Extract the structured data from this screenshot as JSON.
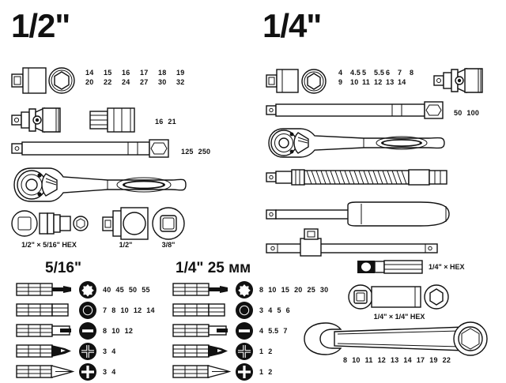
{
  "sections": {
    "half_inch": {
      "title": "1/2\"",
      "sockets": {
        "name": "sockets",
        "sizes_row1": [
          "14",
          "15",
          "16",
          "17",
          "18",
          "19"
        ],
        "sizes_row2": [
          "20",
          "22",
          "24",
          "27",
          "30",
          "32"
        ]
      },
      "universal_joint": {
        "name": "universal-joint"
      },
      "spark_plug_socket": {
        "name": "spark-plug-socket",
        "sizes": [
          "16",
          "21"
        ]
      },
      "extension_bar": {
        "name": "extension-bar",
        "sizes": [
          "125",
          "250"
        ]
      },
      "ratchet": {
        "name": "ratchet-handle"
      },
      "adapters": [
        {
          "name": "bit-holder-adapter",
          "label": "1/2\" × 5/16\" HEX"
        },
        {
          "name": "socket-adapter-half",
          "label": "1/2\""
        },
        {
          "name": "socket-adapter-three-eighths",
          "label": "3/8\""
        }
      ]
    },
    "quarter_inch": {
      "title": "1/4\"",
      "sockets": {
        "name": "sockets",
        "sizes_row1": [
          "4",
          "4.5",
          "5",
          "5.5",
          "6",
          "7",
          "8"
        ],
        "sizes_row2": [
          "9",
          "10",
          "11",
          "12",
          "13",
          "14"
        ]
      },
      "universal_joint": {
        "name": "universal-joint"
      },
      "extension_bar": {
        "name": "extension-bar",
        "sizes": [
          "50",
          "100"
        ]
      },
      "ratchet": {
        "name": "ratchet-handle"
      },
      "flex_extension": {
        "name": "flexible-extension"
      },
      "screwdriver_handle": {
        "name": "screwdriver-handle"
      },
      "sliding_t_bar": {
        "name": "sliding-t-bar"
      }
    },
    "bits_five_sixteenths": {
      "title": "5/16\"",
      "rows": [
        {
          "icon": "torx-bit-icon",
          "bit": "torx",
          "sizes": [
            "40",
            "45",
            "50",
            "55"
          ]
        },
        {
          "icon": "hex-bit-icon",
          "bit": "hex",
          "sizes": [
            "7",
            "8",
            "10",
            "12",
            "14"
          ]
        },
        {
          "icon": "slotted-bit-icon",
          "bit": "slotted",
          "sizes": [
            "8",
            "10",
            "12"
          ]
        },
        {
          "icon": "pozidriv-bit-icon",
          "bit": "pozidriv",
          "sizes": [
            "3",
            "4"
          ]
        },
        {
          "icon": "phillips-bit-icon",
          "bit": "phillips",
          "sizes": [
            "3",
            "4"
          ]
        }
      ]
    },
    "bits_quarter_25mm": {
      "title": "1/4\" 25 мм",
      "rows": [
        {
          "icon": "torx-bit-icon",
          "bit": "torx",
          "sizes": [
            "8",
            "10",
            "15",
            "20",
            "25",
            "30"
          ]
        },
        {
          "icon": "hex-bit-icon",
          "bit": "hex",
          "sizes": [
            "3",
            "4",
            "5",
            "6"
          ]
        },
        {
          "icon": "slotted-bit-icon",
          "bit": "slotted",
          "sizes": [
            "4",
            "5.5",
            "7"
          ]
        },
        {
          "icon": "pozidriv-bit-icon",
          "bit": "pozidriv",
          "sizes": [
            "1",
            "2"
          ]
        },
        {
          "icon": "phillips-bit-icon",
          "bit": "phillips",
          "sizes": [
            "1",
            "2"
          ]
        }
      ]
    },
    "accessories": {
      "bit_adapter": {
        "name": "bit-adapter",
        "label": "1/4\" × HEX"
      },
      "socket_bit_holder": {
        "name": "socket-bit-holder",
        "label": "1/4\" × 1/4\" HEX"
      },
      "combination_wrench": {
        "name": "combination-wrench",
        "sizes": [
          "8",
          "10",
          "11",
          "12",
          "13",
          "14",
          "17",
          "19",
          "22"
        ]
      }
    }
  },
  "colors": {
    "line": "#111111",
    "background": "#ffffff"
  }
}
